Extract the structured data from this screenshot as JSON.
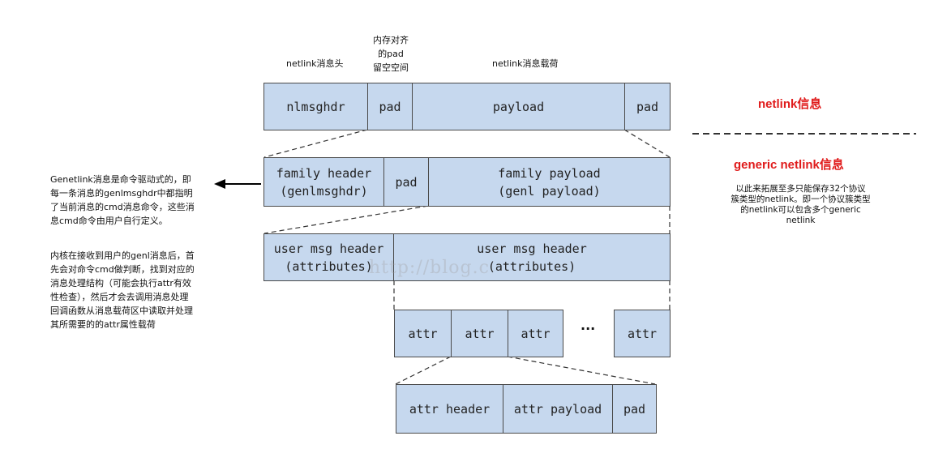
{
  "labels": {
    "netlink_header": "netlink消息头",
    "pad_note_1": "内存对齐",
    "pad_note_2": "的pad",
    "pad_note_3": "留空空间",
    "netlink_payload": "netlink消息载荷"
  },
  "row1": {
    "nlmsghdr": "nlmsghdr",
    "pad1": "pad",
    "payload": "payload",
    "pad2": "pad"
  },
  "row2": {
    "family_header_1": "family header",
    "family_header_2": "(genlmsghdr)",
    "pad": "pad",
    "family_payload_1": "family payload",
    "family_payload_2": "(genl payload)"
  },
  "row3": {
    "user_header_1": "user msg header",
    "user_header_2": "(attributes)",
    "user_payload_1": "user msg header",
    "user_payload_2": "(attributes)"
  },
  "row4": {
    "attr1": "attr",
    "attr2": "attr",
    "attr3": "attr",
    "ellipsis": "···",
    "attr4": "attr"
  },
  "row5": {
    "attr_header": "attr header",
    "attr_payload": "attr payload",
    "pad": "pad"
  },
  "right": {
    "netlink_title": "netlink信息",
    "generic_title": "generic netlink信息",
    "note_1": "以此来拓展至多只能保存32个协议",
    "note_2": "簇类型的netlink。即一个协议簇类型",
    "note_3": "的netlink可以包含多个generic",
    "note_4": "netlink"
  },
  "left": {
    "p1_1": " Genetlink消息是命令驱动式的，即",
    "p1_2": "每一条消息的genlmsghdr中都指明",
    "p1_3": "了当前消息的cmd消息命令，这些消",
    "p1_4": "息cmd命令由用户自行定义。",
    "p2_1": "内核在接收到用户的genl消息后，首",
    "p2_2": "先会对命令cmd做判断，找到对应的",
    "p2_3": "消息处理结构（可能会执行attr有效",
    "p2_4": "性检查），然后才会去调用消息处理",
    "p2_5": "回调函数从消息载荷区中读取并处理",
    "p2_6": "其所需要的的attr属性载荷"
  },
  "watermark": "http://blog.c",
  "colors": {
    "box_fill": "#c6d8ee",
    "box_border": "#4a4a4a",
    "accent_red": "#e01b1b"
  }
}
